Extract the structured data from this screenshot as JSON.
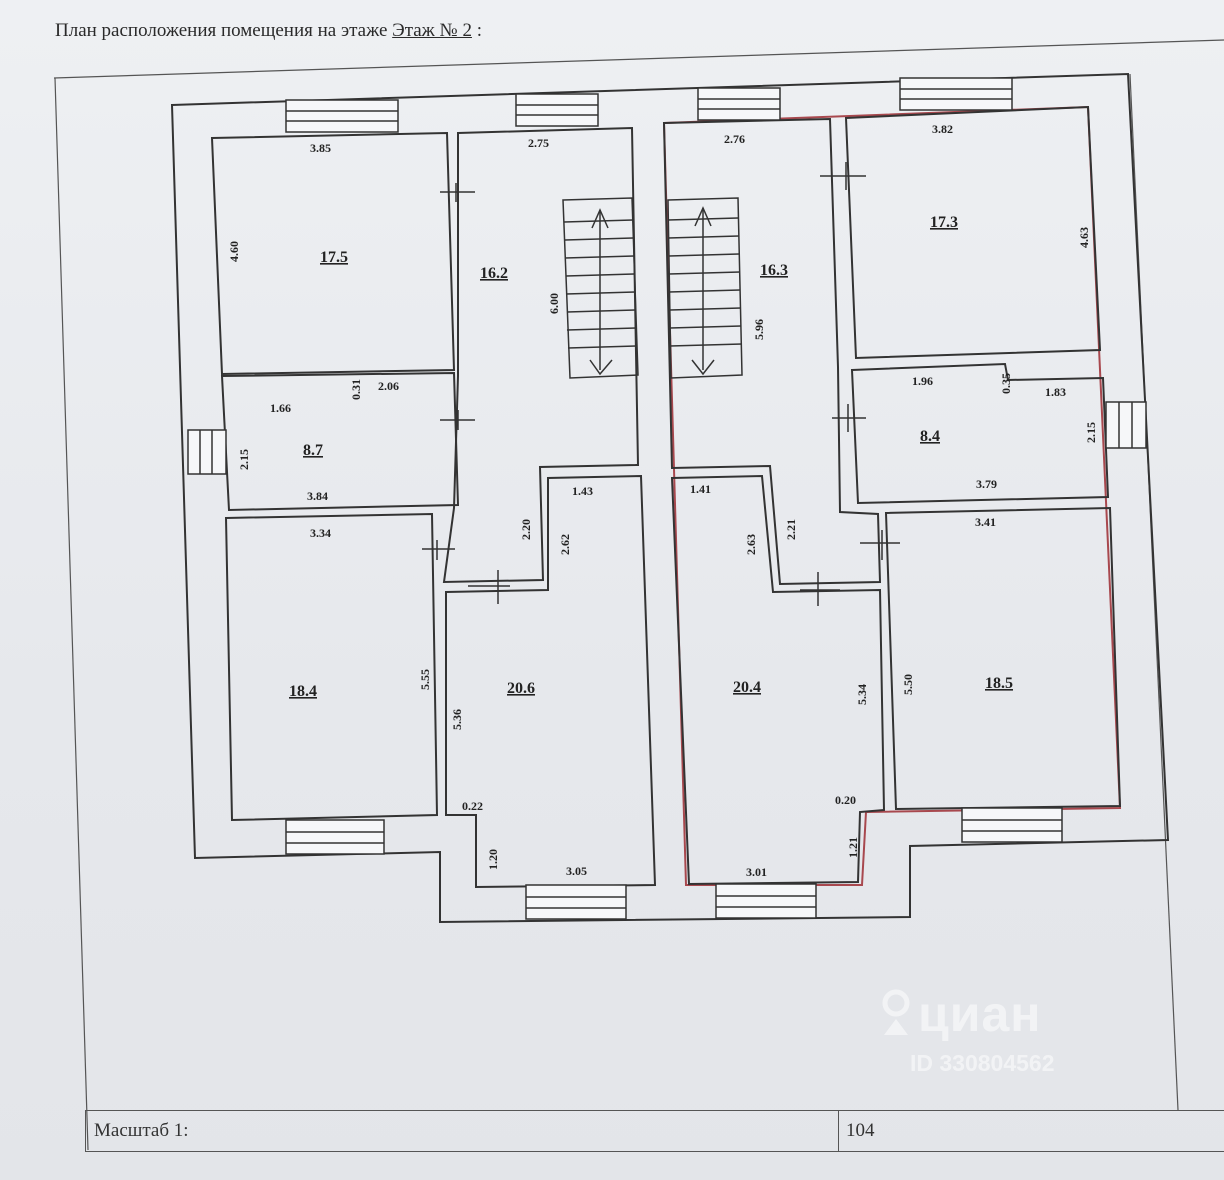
{
  "header": {
    "prefix": "План расположения помещения на этаже",
    "floor": "Этаж № 2",
    "suffix": " :"
  },
  "rooms": [
    {
      "id": "room-17-5",
      "area": "17.5"
    },
    {
      "id": "room-16-2",
      "area": "16.2"
    },
    {
      "id": "room-8-7",
      "area": "8.7"
    },
    {
      "id": "room-18-4",
      "area": "18.4"
    },
    {
      "id": "room-20-6",
      "area": "20.6"
    },
    {
      "id": "room-16-3",
      "area": "16.3"
    },
    {
      "id": "room-17-3",
      "area": "17.3"
    },
    {
      "id": "room-8-4",
      "area": "8.4"
    },
    {
      "id": "room-20-4",
      "area": "20.4"
    },
    {
      "id": "room-18-5",
      "area": "18.5"
    }
  ],
  "dimensions": [
    "3.85",
    "4.60",
    "2.75",
    "6.00",
    "1.66",
    "0.31",
    "2.06",
    "2.15",
    "3.84",
    "3.34",
    "5.55",
    "2.20",
    "2.62",
    "1.43",
    "5.36",
    "0.22",
    "1.20",
    "3.05",
    "2.76",
    "5.96",
    "3.82",
    "4.63",
    "1.96",
    "0.35",
    "1.83",
    "2.15",
    "3.79",
    "1.41",
    "2.63",
    "2.21",
    "3.41",
    "5.34",
    "5.50",
    "0.20",
    "1.21",
    "3.01"
  ],
  "footer": {
    "scale": "Масштаб 1:",
    "page_number": "104"
  },
  "watermark": {
    "brand": "циан",
    "id": "ID 330804562"
  },
  "colors": {
    "wall": "#333333",
    "highlight_outline": "#a8484e",
    "paper": "#eceef1",
    "window_fill": "#f6f7f9"
  }
}
